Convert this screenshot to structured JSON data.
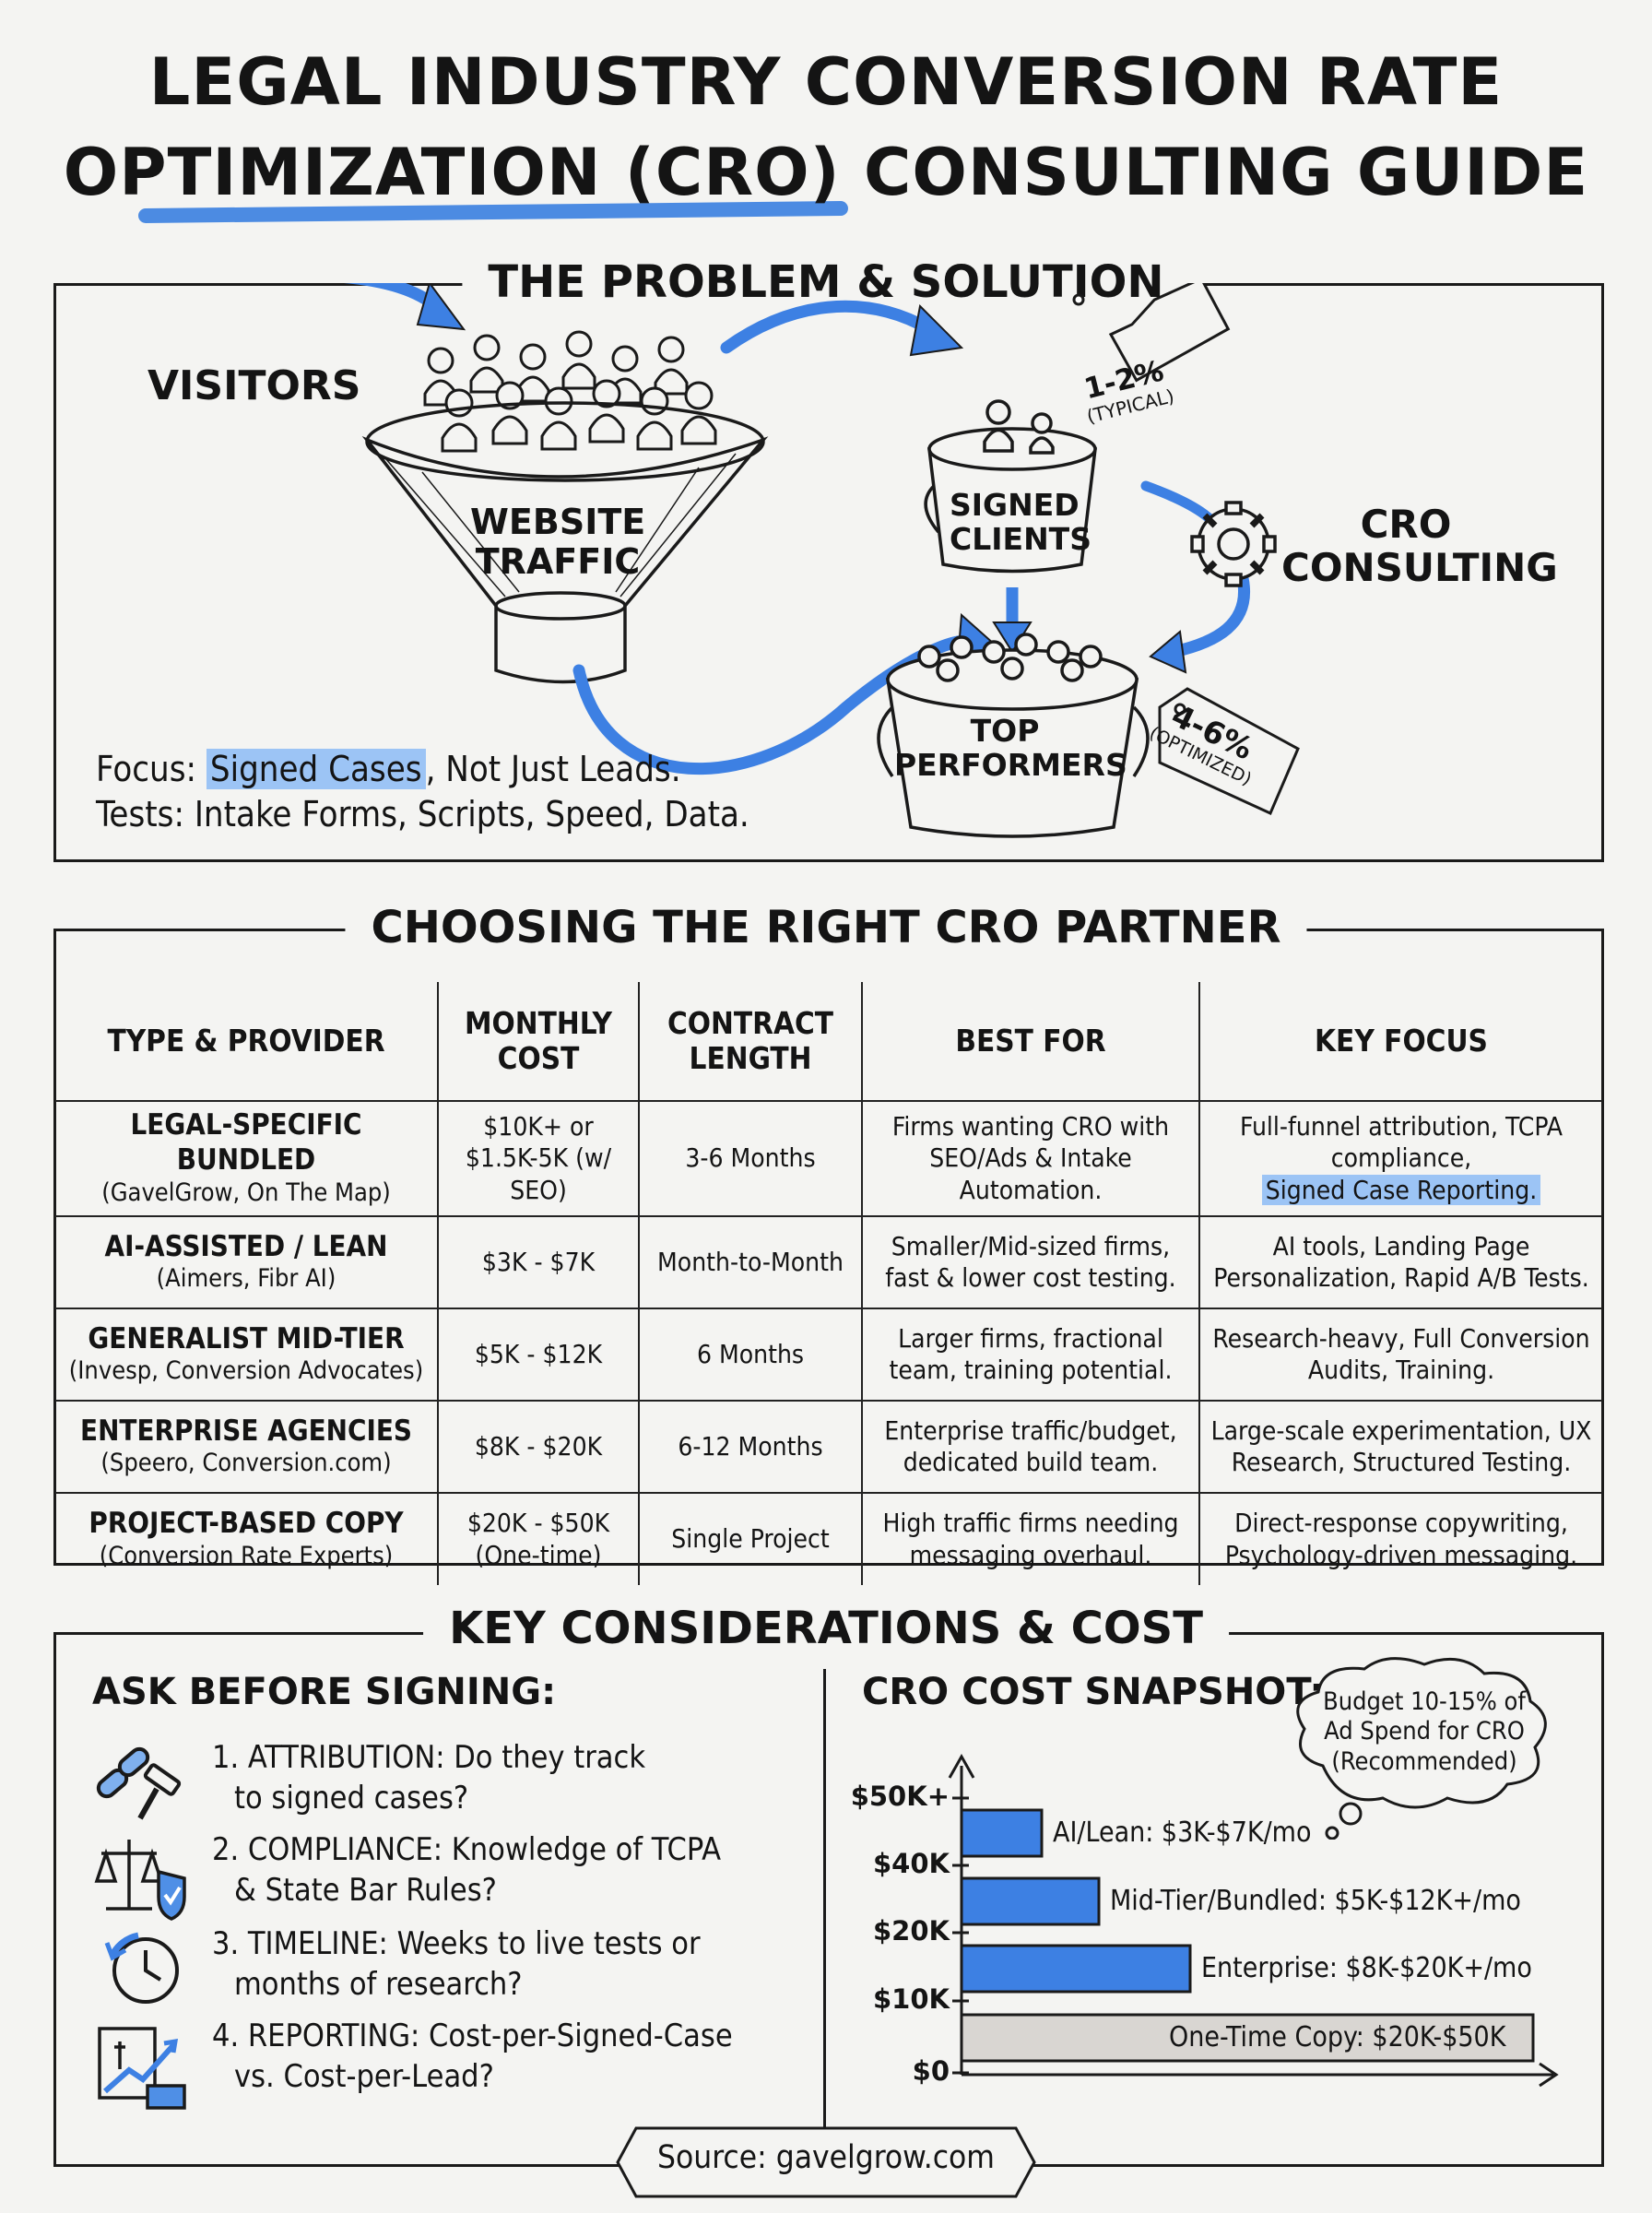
{
  "header": {
    "title_line1": "LEGAL INDUSTRY CONVERSION RATE",
    "title_line2": "OPTIMIZATION (CRO) CONSULTING GUIDE"
  },
  "problem": {
    "title": "THE PROBLEM & SOLUTION",
    "visitors": "VISITORS",
    "funnel_label": "WEBSITE TRAFFIC",
    "signed_label": "SIGNED CLIENTS",
    "typical_tag": "1-2%",
    "typical_sub": "(TYPICAL)",
    "cro_label": "CRO CONSULTING",
    "top_label": "TOP PERFORMERS",
    "optimized_tag": "4-6%",
    "optimized_sub": "(OPTIMIZED)",
    "focus_prefix": "Focus: ",
    "focus_highlight": "Signed Cases",
    "focus_suffix": ", Not Just Leads.",
    "tests": "Tests: Intake Forms, Scripts, Speed, Data."
  },
  "partner": {
    "title": "CHOOSING THE RIGHT CRO PARTNER",
    "headers": [
      "TYPE & PROVIDER",
      "MONTHLY COST",
      "CONTRACT LENGTH",
      "BEST FOR",
      "KEY FOCUS"
    ],
    "rows": [
      {
        "name": "LEGAL-SPECIFIC BUNDLED",
        "providers": "(GavelGrow, On The Map)",
        "cost": "$10K+ or $1.5K-5K (w/ SEO)",
        "length": "3-6 Months",
        "best": "Firms wanting CRO with SEO/Ads & Intake Automation.",
        "focus": "Full-funnel attribution, TCPA compliance,",
        "focus_highlight": "Signed Case Reporting."
      },
      {
        "name": "AI-ASSISTED / LEAN",
        "providers": "(Aimers, Fibr AI)",
        "cost": "$3K - $7K",
        "length": "Month-to-Month",
        "best": "Smaller/Mid-sized firms, fast & lower cost testing.",
        "focus": "AI tools, Landing Page Personalization, Rapid A/B Tests.",
        "focus_highlight": ""
      },
      {
        "name": "GENERALIST MID-TIER",
        "providers": "(Invesp, Conversion Advocates)",
        "cost": "$5K - $12K",
        "length": "6 Months",
        "best": "Larger firms, fractional team, training potential.",
        "focus": "Research-heavy, Full Conversion Audits, Training.",
        "focus_highlight": ""
      },
      {
        "name": "ENTERPRISE AGENCIES",
        "providers": "(Speero, Conversion.com)",
        "cost": "$8K - $20K",
        "length": "6-12 Months",
        "best": "Enterprise traffic/budget, dedicated build team.",
        "focus": "Large-scale experimentation, UX Research, Structured Testing.",
        "focus_highlight": ""
      },
      {
        "name": "PROJECT-BASED COPY",
        "providers": "(Conversion Rate Experts)",
        "cost": "$20K - $50K (One-time)",
        "length": "Single Project",
        "best": "High traffic firms needing messaging overhaul.",
        "focus": "Direct-response copywriting, Psychology-driven messaging.",
        "focus_highlight": ""
      }
    ]
  },
  "considerations": {
    "title": "KEY CONSIDERATIONS & COST",
    "ask_title": "ASK BEFORE SIGNING:",
    "questions": [
      {
        "line1": "1. ATTRIBUTION: Do they track",
        "line2": "to signed cases?",
        "icon": "chain-gavel-icon"
      },
      {
        "line1": "2. COMPLIANCE: Knowledge of TCPA",
        "line2": "& State Bar Rules?",
        "icon": "scales-shield-icon"
      },
      {
        "line1": "3. TIMELINE: Weeks to live tests or",
        "line2": "months of research?",
        "icon": "clock-icon"
      },
      {
        "line1": "4. REPORTING: Cost-per-Signed-Case",
        "line2": "vs. Cost-per-Lead?",
        "icon": "report-chart-icon"
      }
    ],
    "snapshot_title": "CRO COST SNAPSHOT:",
    "cloud": "Budget 10-15% of Ad Spend for CRO (Recommended)",
    "source": "Source: gavelgrow.com"
  },
  "chart_data": {
    "type": "bar",
    "orientation": "horizontal",
    "y_ticks": [
      "$50K+",
      "$40K",
      "$20K",
      "$10K",
      "$0"
    ],
    "bars": [
      {
        "label": "AI/Lean: $3K-$7K/mo",
        "low": 3,
        "high": 7,
        "color": "#3d80e3"
      },
      {
        "label": "Mid-Tier/Bundled: $5K-$12K+/mo",
        "low": 5,
        "high": 12,
        "color": "#3d80e3"
      },
      {
        "label": "Enterprise: $8K-$20K+/mo",
        "low": 8,
        "high": 20,
        "color": "#3d80e3"
      },
      {
        "label": "One-Time Copy: $20K-$50K",
        "low": 20,
        "high": 50,
        "color": "#d9d6d2"
      }
    ]
  }
}
